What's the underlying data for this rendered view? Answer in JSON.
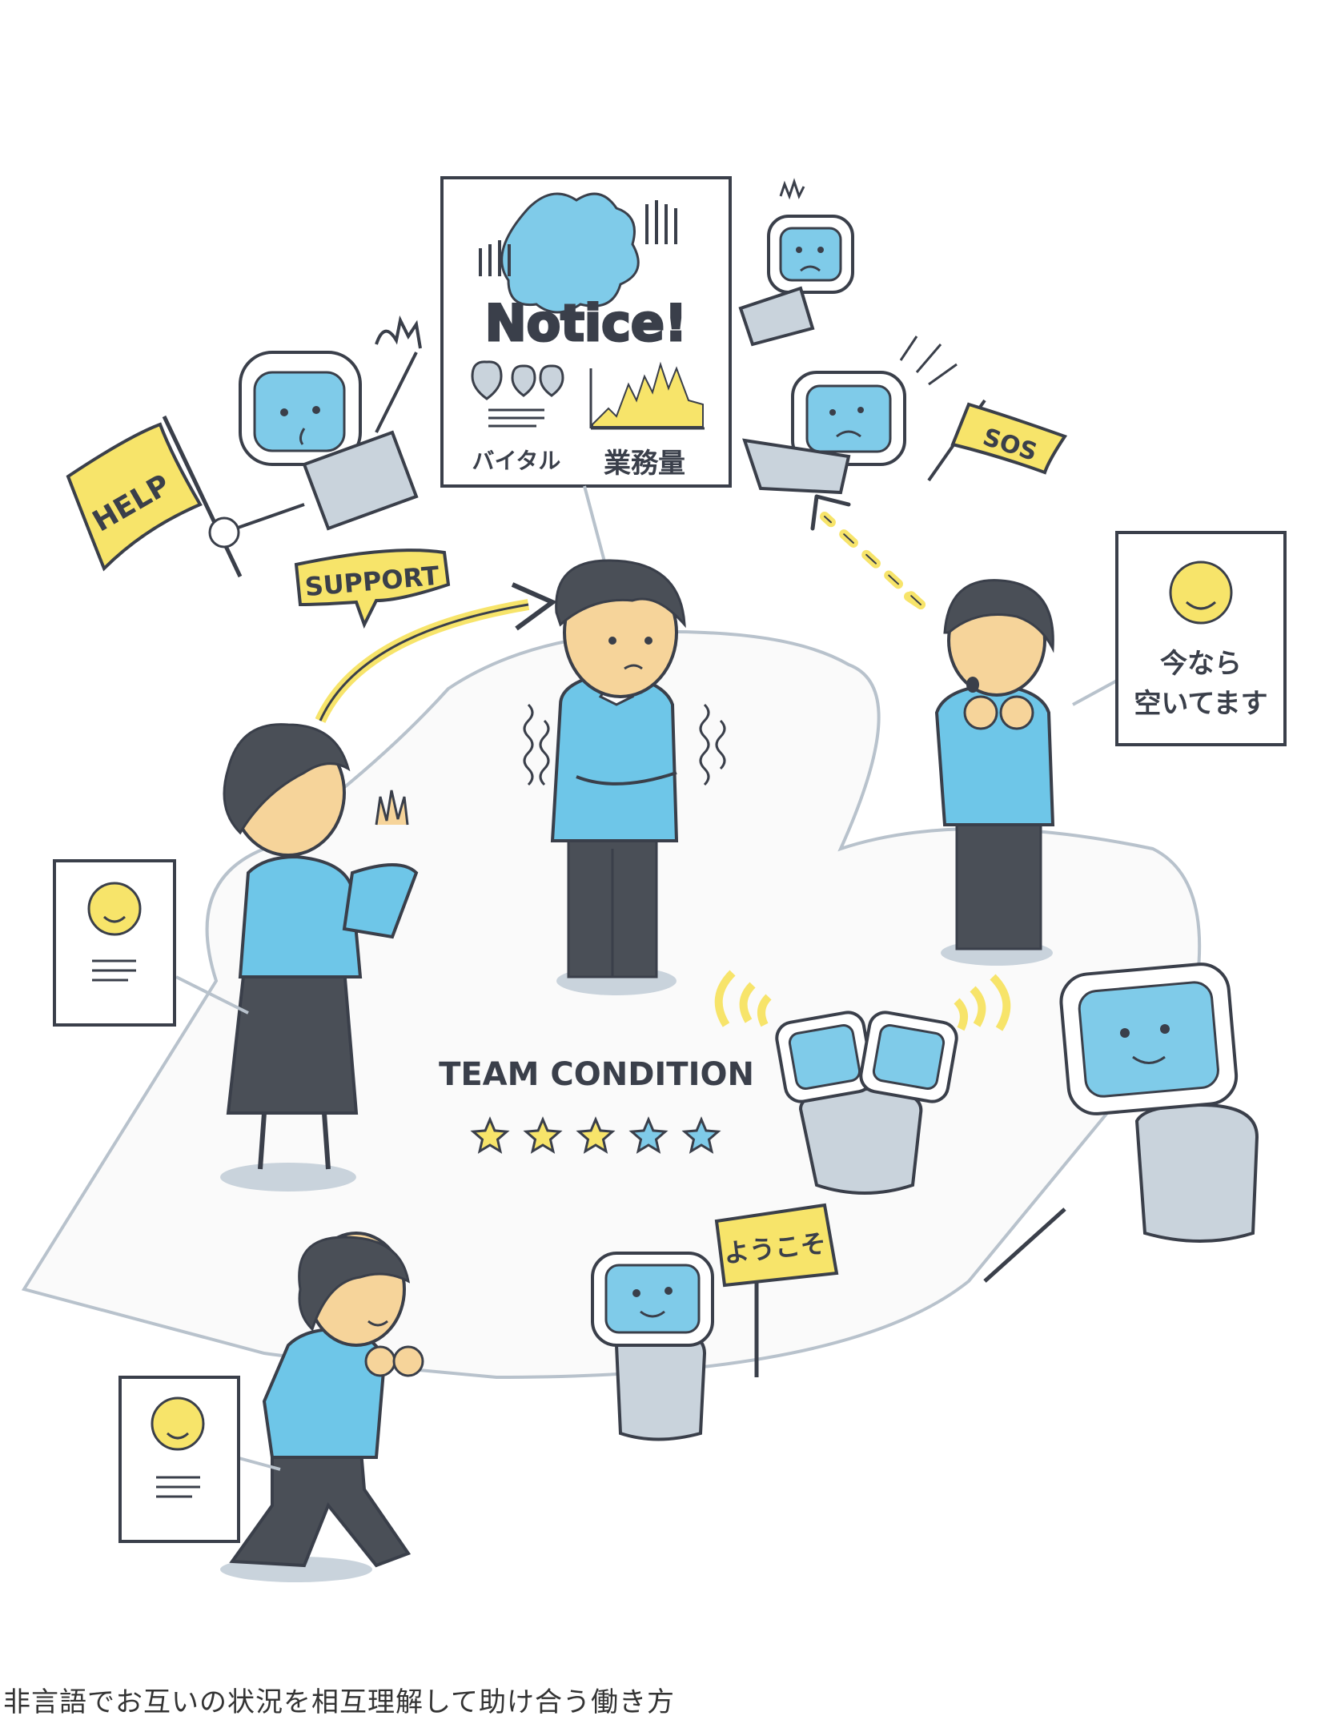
{
  "illustration": {
    "notice_board": {
      "title": "Notice!",
      "vital_label": "バイタル",
      "workload_label": "業務量"
    },
    "flags": {
      "help": "HELP",
      "sos": "SOS"
    },
    "support_bubble": "SUPPORT",
    "available_card": {
      "line1": "今なら",
      "line2": "空いてます"
    },
    "team_condition": {
      "label": "TEAM CONDITION",
      "stars_filled": 3,
      "stars_total": 5
    },
    "welcome_sign": "ようこそ",
    "colors": {
      "shirt": "#6ec6e8",
      "accent_yellow": "#f7e46a",
      "robot_screen": "#7fcbe9",
      "robot_body": "#c9d3dc",
      "outline": "#3a3f4a",
      "pants": "#4a4f57"
    }
  },
  "caption": "非言語でお互いの状況を相互理解して助け合う働き方"
}
